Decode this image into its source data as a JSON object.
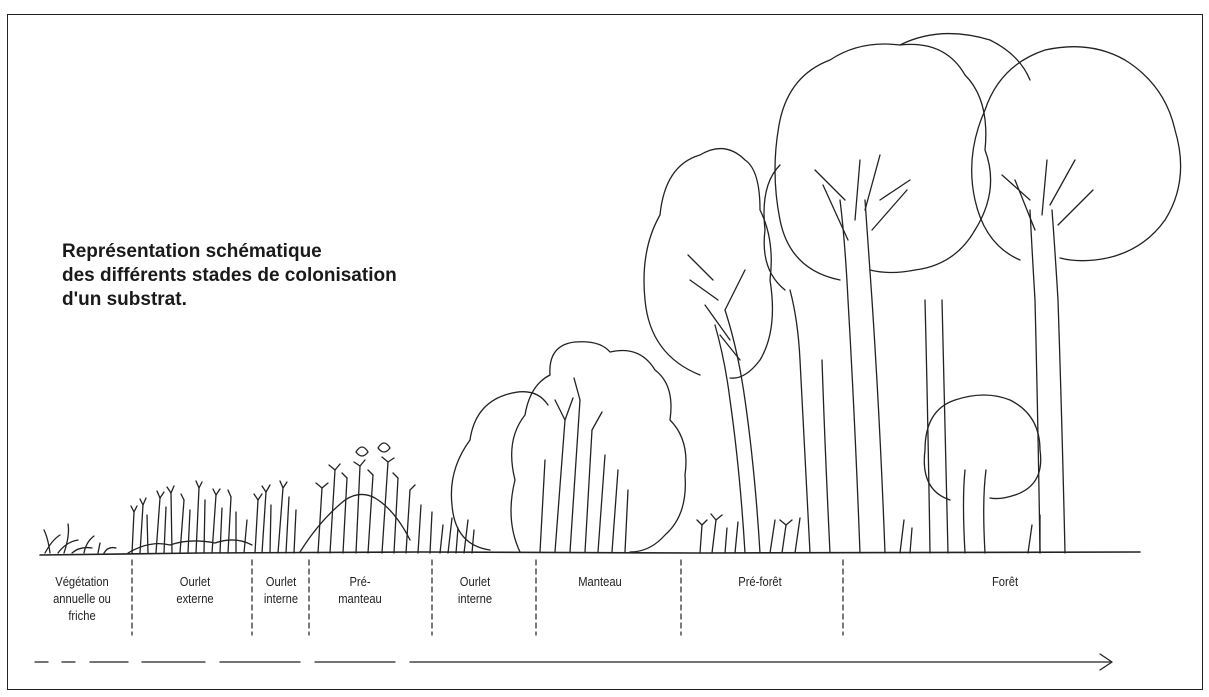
{
  "title": {
    "lines": [
      "Représentation schématique",
      "des différents stades de colonisation",
      "d'un substrat."
    ]
  },
  "stages": [
    {
      "id": "vegetation-annuelle",
      "lines": [
        "Végétation",
        "annuelle ou",
        "friche"
      ]
    },
    {
      "id": "ourlet-externe",
      "lines": [
        "Ourlet",
        "externe"
      ]
    },
    {
      "id": "ourlet-interne-1",
      "lines": [
        "Ourlet",
        "interne"
      ]
    },
    {
      "id": "pre-manteau",
      "lines": [
        "Pré-",
        "manteau"
      ]
    },
    {
      "id": "ourlet-interne-2",
      "lines": [
        "Ourlet",
        "interne"
      ]
    },
    {
      "id": "manteau",
      "lines": [
        "Manteau"
      ]
    },
    {
      "id": "pre-foret",
      "lines": [
        "Pré-forêt"
      ]
    },
    {
      "id": "foret",
      "lines": [
        "Forêt"
      ]
    }
  ],
  "colors": {
    "ink": "#222222",
    "background": "#ffffff"
  }
}
